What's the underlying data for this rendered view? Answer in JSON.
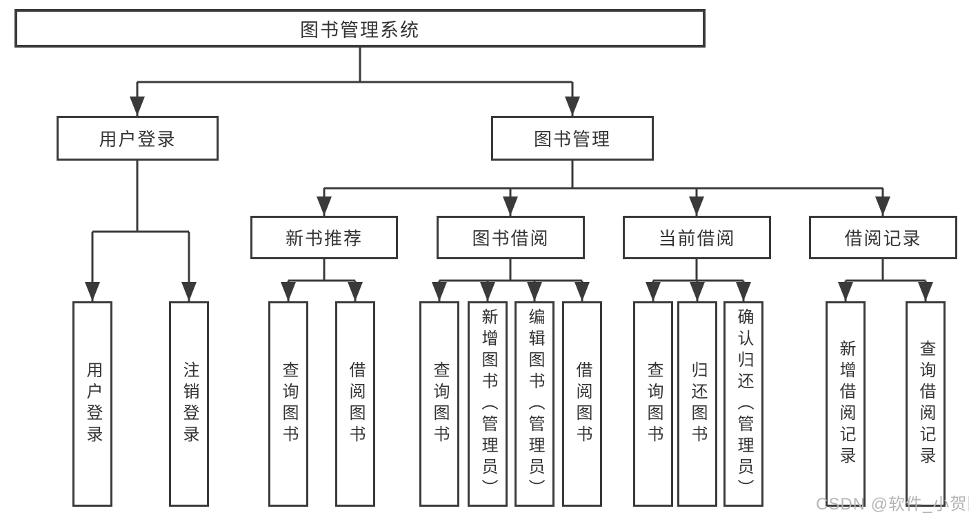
{
  "diagram": {
    "title": "图书管理系统",
    "level2": [
      {
        "label": "用户登录"
      },
      {
        "label": "图书管理"
      }
    ],
    "level3": [
      {
        "label": "新书推荐"
      },
      {
        "label": "图书借阅"
      },
      {
        "label": "当前借阅"
      },
      {
        "label": "借阅记录"
      }
    ],
    "leaves": [
      {
        "label": "用户登录"
      },
      {
        "label": "注销登录"
      },
      {
        "label": "查询图书"
      },
      {
        "label": "借阅图书"
      },
      {
        "label": "查询图书"
      },
      {
        "label": "新增图书（管理员）"
      },
      {
        "label": "编辑图书（管理员）"
      },
      {
        "label": "借阅图书"
      },
      {
        "label": "查询图书"
      },
      {
        "label": "归还图书"
      },
      {
        "label": "确认归还（管理员）"
      },
      {
        "label": "新增借阅记录"
      },
      {
        "label": "查询借阅记录"
      }
    ],
    "colors": {
      "line": "#3a3a3a",
      "text": "#333333",
      "box_background": "#ffffff",
      "watermark": "#b5b5b5"
    }
  },
  "watermark": {
    "text": "CSDN @软件_小贺同学"
  }
}
